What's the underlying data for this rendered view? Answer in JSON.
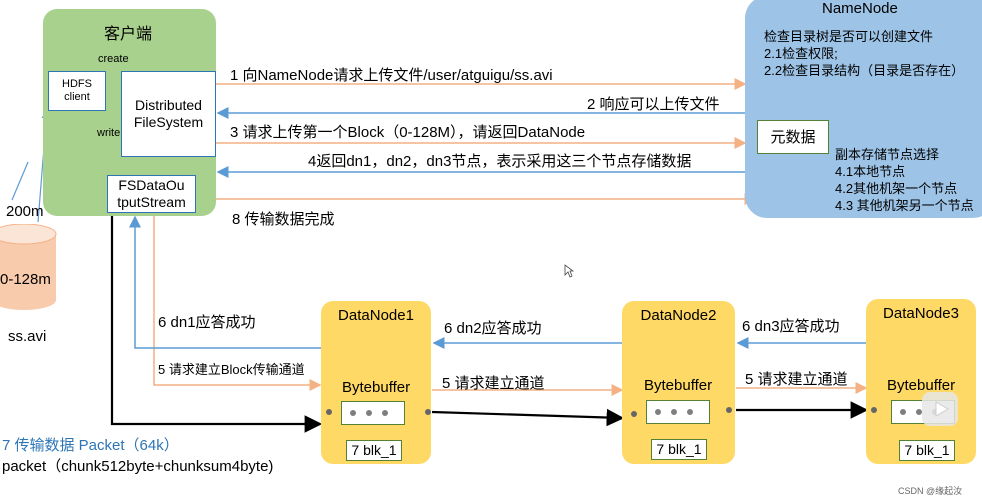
{
  "client": {
    "title": "客户端",
    "hdfs_client": "HDFS\nclient",
    "dfs": "Distributed\nFileSystem",
    "fsdos": "FSDataOu\ntputStream",
    "create_label": "create",
    "write_label": "write"
  },
  "namenode": {
    "title": "NameNode",
    "check_tree": "检查目录树是否可以创建文件",
    "check_perm": "2.1检查权限;",
    "check_dir": "2.2检查目录结构（目录是否存在）",
    "metadata": "元数据",
    "replica_title": "副本存储节点选择",
    "replica_1": "4.1本地节点",
    "replica_2": "4.2其他机架一个节点",
    "replica_3": "4.3 其他机架另一个节点"
  },
  "steps": {
    "s1": "1 向NameNode请求上传文件/user/atguigu/ss.avi",
    "s2": "2 响应可以上传文件",
    "s3": "3 请求上传第一个Block（0-128M），请返回DataNode",
    "s4": "4返回dn1，dn2，dn3节点，表示采用这三个节点存储数据",
    "s8": "8 传输数据完成",
    "s6_dn1": "6 dn1应答成功",
    "s5_dn1": "5 请求建立Block传输通道",
    "s6_dn2": "6 dn2应答成功",
    "s5_dn2": "5 请求建立通道",
    "s6_dn3": "6 dn3应答成功",
    "s5_dn3": "5 请求建立通道",
    "s7_line1": "7 传输数据  Packet（64k）",
    "s7_line2": "packet（chunk512byte+chunksum4byte)"
  },
  "file": {
    "size_label": "200m",
    "range_label": "0-128m",
    "name": "ss.avi"
  },
  "datanodes": [
    {
      "title": "DataNode1",
      "buffer": "Bytebuffer",
      "blk": "7 blk_1"
    },
    {
      "title": "DataNode2",
      "buffer": "Bytebuffer",
      "blk": "7 blk_1"
    },
    {
      "title": "DataNode3",
      "buffer": "Bytebuffer",
      "blk": "7 blk_1"
    }
  ],
  "watermark": "CSDN @缘起汝"
}
